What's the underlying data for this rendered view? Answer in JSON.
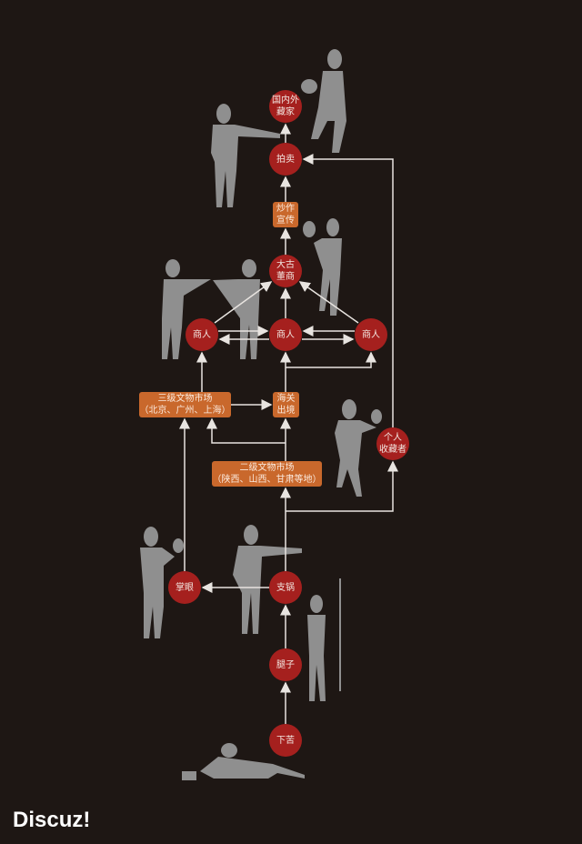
{
  "nodes": {
    "collectors_abroad": "国内外\n藏家",
    "auction": "拍卖",
    "hype": "炒作\n宣传",
    "big_dealer": "大古\n董商",
    "merchant_left": "商人",
    "merchant_center": "商人",
    "merchant_right": "商人",
    "tier3_market": "三级文物市场\n（北京、广州、上海）",
    "customs": "海关\n出境",
    "private_collector": "个人\n收藏者",
    "tier2_market": "二级文物市场\n（陕西、山西、甘肃等地）",
    "appraiser": "掌眼",
    "boss": "支锅",
    "runner": "腿子",
    "digger": "下苦"
  },
  "watermark": "Discuz!",
  "colors": {
    "background": "#1e1714",
    "circle": "#a5201e",
    "box": "#c9682c",
    "figure": "#8f8f8f",
    "line": "#e8e4e0"
  }
}
